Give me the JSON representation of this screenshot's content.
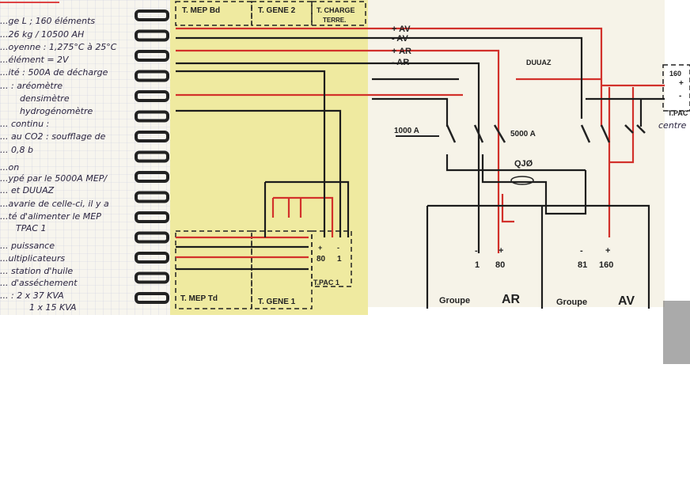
{
  "notes": {
    "lines": [
      "...ge L ; 160 éléments",
      "...26 kg / 10500 AH",
      "...oyenne : 1,275°C à 25°C",
      "...élément = 2V",
      "...ité : 500A de décharge",
      "... : aréomètre",
      "densimètre",
      "hydrogénomètre",
      "... continu :",
      "... au CO2 : soufflage de",
      "... 0,8 b",
      "...on",
      "...ypé par le 5000A MEP/",
      "... et DUUAZ",
      "...avarie de celle-ci, il y a",
      "...té d'alimenter le MEP",
      "TPAC 1",
      "... puissance",
      "...ultiplicateurs",
      "... station d'huile",
      "... d'asséchement",
      "... : 2 x 37 KVA",
      "1 x 15 KVA"
    ]
  },
  "diagram": {
    "boxes": {
      "mep_bd": "T. MEP Bd",
      "gene2": "T. GENE 2",
      "charge_terre_1": "T. CHARGE",
      "charge_terre_2": "TERRE.",
      "mep_td": "T. MEP Td",
      "gene1": "T. GENE 1",
      "pac1": "T.PAC 1",
      "pac1_plus": "+",
      "pac1_minus": "-",
      "pac1_80": "80",
      "pac1_1": "1",
      "tpac": "T.PAC",
      "tpac_160": "160",
      "tpac_plus": "+",
      "tpac_minus": "-",
      "centre": "centre"
    },
    "bus": [
      "+ AV",
      "- AV",
      "+ AR",
      "- AR"
    ],
    "breakers": {
      "b1000": "1000 A",
      "b5000": "5000 A",
      "duuaz": "DUUAZ",
      "qj": "QJØ"
    },
    "groups": [
      {
        "name": "Groupe",
        "id": "AR",
        "minus_label": "-",
        "plus_label": "+",
        "minus": "1",
        "plus": "80"
      },
      {
        "name": "Groupe",
        "id": "AV",
        "minus_label": "-",
        "plus_label": "+",
        "minus": "81",
        "plus": "160"
      }
    ],
    "colors": {
      "red": "#d2312b",
      "black": "#1c1c1c",
      "yellow": "#efeaa0",
      "paper": "#f6f3e8"
    }
  }
}
